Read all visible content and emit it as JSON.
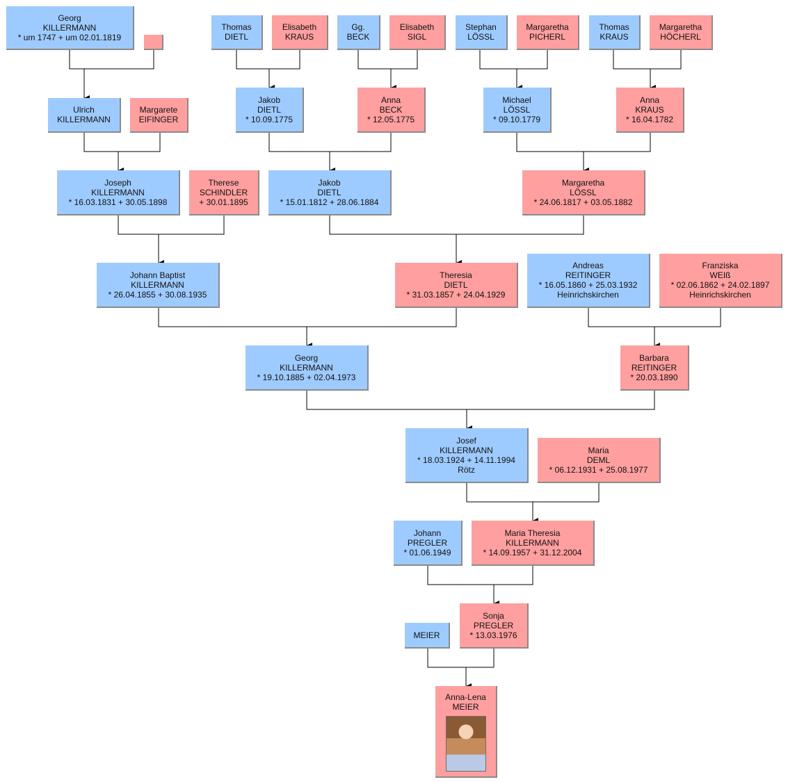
{
  "colors": {
    "male": "#9ecbff",
    "female": "#ff9f9f",
    "line": "#000000"
  },
  "people": {
    "georg_1747": [
      "Georg",
      "KILLERMANN",
      "* um 1747  + um 02.01.1819"
    ],
    "unknown_wife": [],
    "thomas_dietl": [
      "Thomas",
      "DIETL"
    ],
    "elisabeth_kraus": [
      "Elisabeth",
      "KRAUS"
    ],
    "gg_beck": [
      "Gg.",
      "BECK"
    ],
    "elisabeth_sigl": [
      "Elisabeth",
      "SIGL"
    ],
    "stephan_loessl": [
      "Stephan",
      "LÖSSL"
    ],
    "margaretha_picherl": [
      "Margaretha",
      "PICHERL"
    ],
    "thomas_kraus": [
      "Thomas",
      "KRAUS"
    ],
    "margaretha_hoecherl": [
      "Margaretha",
      "HÖCHERL"
    ],
    "ulrich_killermann": [
      "Ulrich",
      "KILLERMANN"
    ],
    "margarete_eifinger": [
      "Margarete",
      "EIFINGER"
    ],
    "jakob_dietl_1775": [
      "Jakob",
      "DIETL",
      "* 10.09.1775"
    ],
    "anna_beck": [
      "Anna",
      "BECK",
      "* 12.05.1775"
    ],
    "michael_loessl": [
      "Michael",
      "LÖSSL",
      "* 09.10.1779"
    ],
    "anna_kraus": [
      "Anna",
      "KRAUS",
      "* 16.04.1782"
    ],
    "joseph_killermann": [
      "Joseph",
      "KILLERMANN",
      "* 16.03.1831  + 30.05.1898"
    ],
    "therese_schindler": [
      "Therese",
      "SCHINDLER",
      "+ 30.01.1895"
    ],
    "jakob_dietl_1812": [
      "Jakob",
      "DIETL",
      "* 15.01.1812  + 28.06.1884"
    ],
    "margaretha_loessl": [
      "Margaretha",
      "LÖSSL",
      "* 24.06.1817  + 03.05.1882"
    ],
    "johann_baptist": [
      "Johann Baptist",
      "KILLERMANN",
      "* 26.04.1855  + 30.08.1935"
    ],
    "theresia_dietl": [
      "Theresia",
      "DIETL",
      "* 31.03.1857  + 24.04.1929"
    ],
    "andreas_reitinger": [
      "Andreas",
      "REITINGER",
      "* 16.05.1860  + 25.03.1932",
      "Heinrichskirchen"
    ],
    "franziska_weiss": [
      "Franziska",
      "WEIß",
      "* 02.06.1862  + 24.02.1897",
      "Heinrichskirchen"
    ],
    "georg_1885": [
      "Georg",
      "KILLERMANN",
      "* 19.10.1885  + 02.04.1973"
    ],
    "barbara_reitinger": [
      "Barbara",
      "REITINGER",
      "* 20.03.1890"
    ],
    "josef_killermann": [
      "Josef",
      "KILLERMANN",
      "* 18.03.1924  + 14.11.1994",
      "Rötz"
    ],
    "maria_deml": [
      "Maria",
      "DEML",
      "* 06.12.1931  + 25.08.1977"
    ],
    "johann_pregler": [
      "Johann",
      "PREGLER",
      "* 01.06.1949"
    ],
    "maria_theresia": [
      "Maria Theresia",
      "KILLERMANN",
      "* 14.09.1957  + 31.12.2004"
    ],
    "meier": [
      "MEIER"
    ],
    "sonja_pregler": [
      "Sonja",
      "PREGLER",
      "* 13.03.1976"
    ],
    "anna_lena": [
      "Anna-Lena",
      "MEIER"
    ]
  }
}
